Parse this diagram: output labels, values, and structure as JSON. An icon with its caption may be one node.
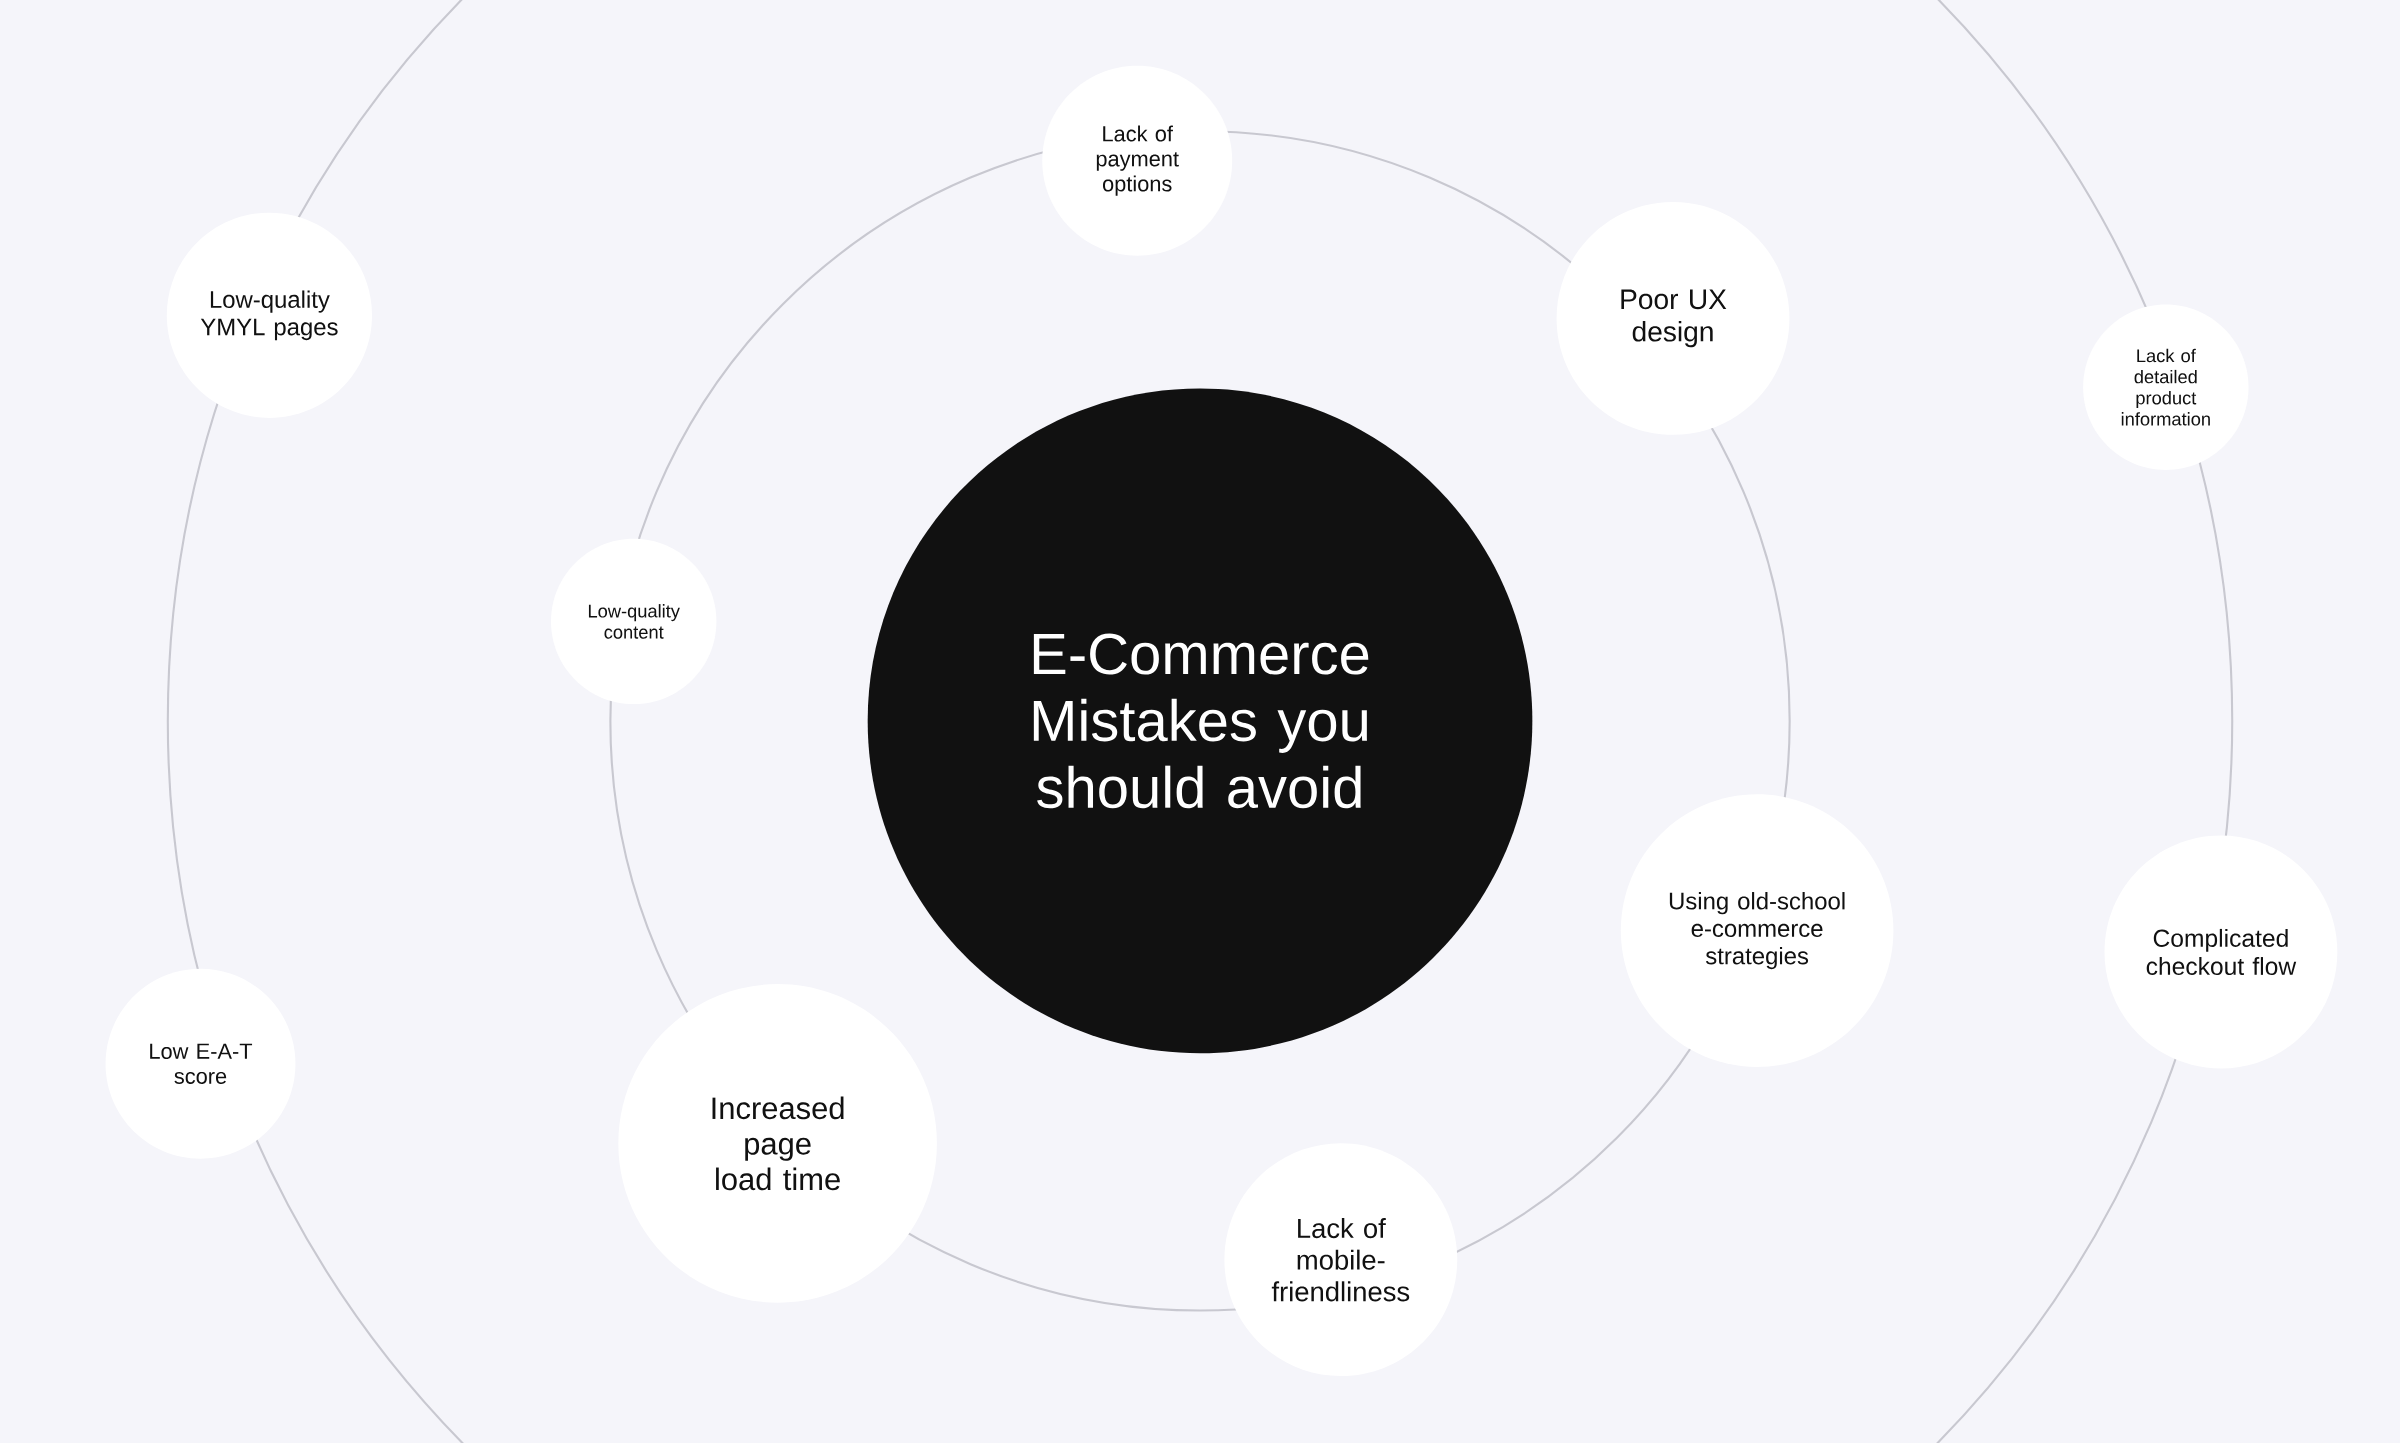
{
  "diagram": {
    "nodes": [
      {
        "text": [
          "E-Commerce Mistakes you should avoid"
        ]
      },
      {
        "text": [
          "Lack of payment options"
        ]
      },
      {
        "text": [
          "Low-quality YMYL pages"
        ]
      },
      {
        "text": [
          "Poor UX design"
        ]
      },
      {
        "text": [
          "Lack of detailed product information"
        ]
      },
      {
        "text": [
          "Low-quality content"
        ]
      },
      {
        "text": [
          "Using old-school e-commerce strategies"
        ]
      },
      {
        "text": [
          "Complicated checkout flow"
        ]
      },
      {
        "text": [
          "Low E-A-T score"
        ]
      },
      {
        "text": [
          "Increased page load time"
        ]
      },
      {
        "text": [
          "Lack of mobile-friendliness"
        ]
      }
    ]
  }
}
